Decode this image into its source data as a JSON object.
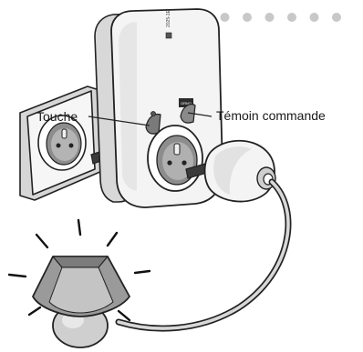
{
  "labels": {
    "touche": "Touche",
    "temoin": "Témoin commande"
  },
  "device": {
    "side_print": "2025-1E",
    "brand_mark": "ORNO"
  },
  "decorations": {
    "dot_count": 7
  },
  "colors": {
    "dot": "#c8c8c8",
    "outline": "#222222",
    "panel_light": "#f2f2f2",
    "panel_mid": "#dcdcdc",
    "panel_dark": "#9a9a9a",
    "socket_dark": "#555555"
  }
}
